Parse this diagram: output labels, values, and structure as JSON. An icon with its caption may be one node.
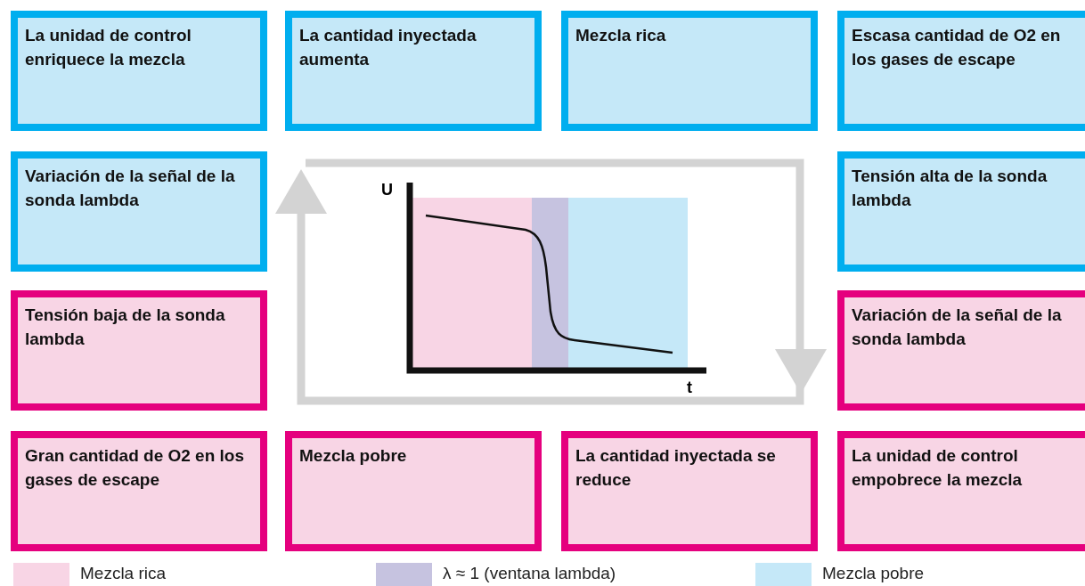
{
  "diagram": {
    "nodes": [
      {
        "text": [
          "La unidad de control enriquece la mezcla"
        ]
      },
      {
        "text": [
          "La cantidad inyectada aumenta"
        ]
      },
      {
        "text": [
          "Mezcla rica"
        ]
      },
      {
        "text": [
          "Escasa cantidad de O2 en los gases de escape"
        ]
      },
      {
        "text": [
          "Variación de la señal de la sonda lambda"
        ]
      },
      {
        "text": [
          "Tensión alta de la sonda lambda"
        ]
      },
      {
        "text": [
          "Tensión baja de la sonda lambda"
        ]
      },
      {
        "text": [
          "Variación de la señal de la sonda lambda"
        ]
      },
      {
        "text": [
          "Gran cantidad de O2 en los gases de escape"
        ]
      },
      {
        "text": [
          "Mezcla pobre"
        ]
      },
      {
        "text": [
          "La cantidad inyectada se reduce"
        ]
      },
      {
        "text": [
          "La unidad de control empobrece la mezcla"
        ]
      }
    ],
    "edges": [],
    "labels": [
      "U",
      "t"
    ],
    "legend": [
      {
        "text": "Mezcla rica",
        "color": "#f8d5e5"
      },
      {
        "text": "λ ≈ 1 (ventana lambda)",
        "color": "#c6c3e0"
      },
      {
        "text": "Mezcla pobre",
        "color": "#c5e8f8"
      }
    ]
  }
}
